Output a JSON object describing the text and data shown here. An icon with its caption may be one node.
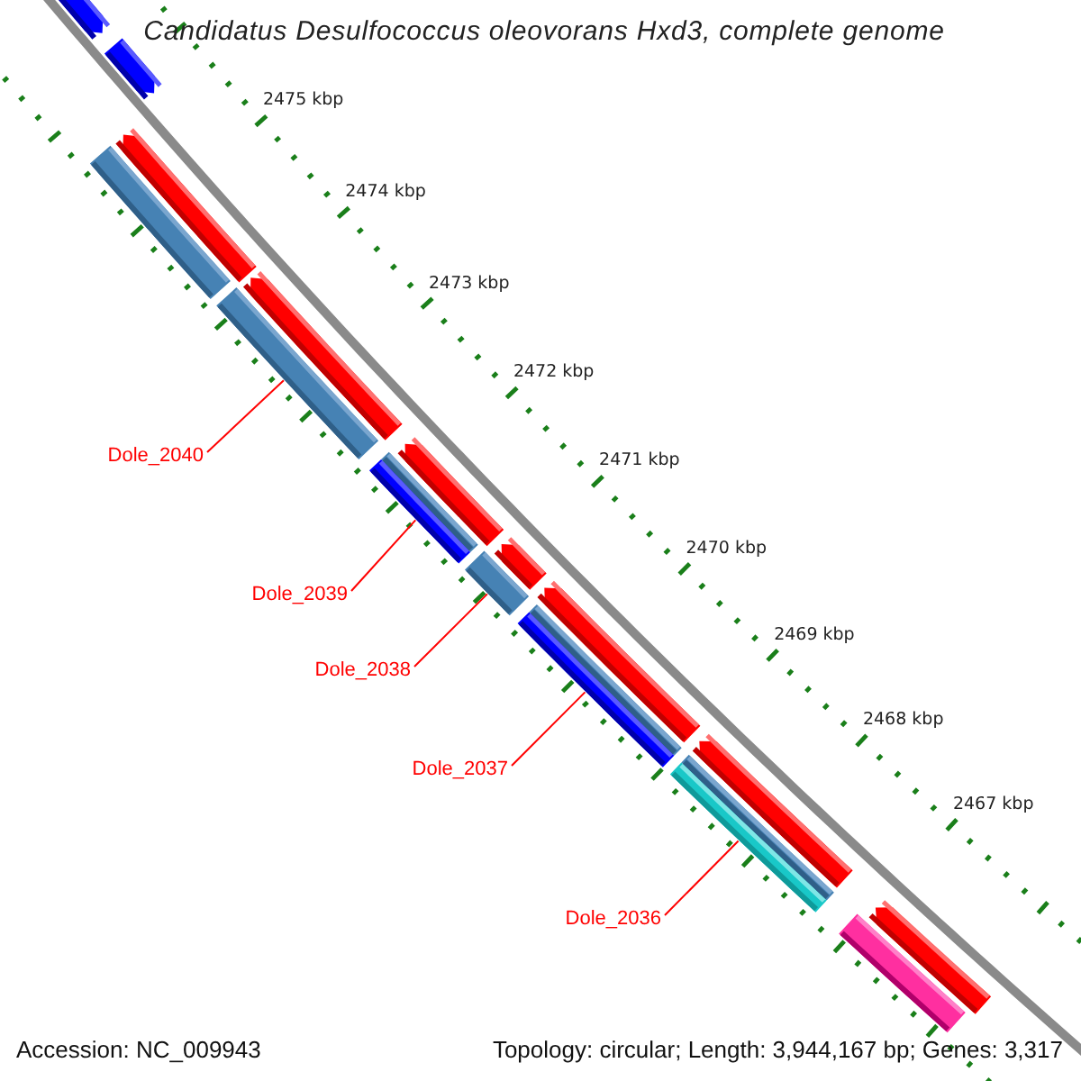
{
  "diagram": {
    "title": "Candidatus Desulfococcus oleovorans Hxd3, complete genome",
    "nodes": [
      {
        "text": [
          "Dole_2040"
        ]
      },
      {
        "text": [
          "Dole_2039"
        ]
      },
      {
        "text": [
          "Dole_2038"
        ]
      },
      {
        "text": [
          "Dole_2037"
        ]
      },
      {
        "text": [
          "Dole_2036"
        ]
      },
      {
        "text": [],
        "shape": "bar"
      },
      {
        "text": [],
        "shape": "bar"
      },
      {
        "text": [],
        "shape": "bar"
      },
      {
        "text": [],
        "shape": "bar"
      },
      {
        "text": [],
        "shape": "bar"
      }
    ],
    "edges": [
      {
        "from": 0,
        "to": 5,
        "arrow": "none"
      },
      {
        "from": 1,
        "to": 6,
        "arrow": "none"
      },
      {
        "from": 2,
        "to": 7,
        "arrow": "none"
      },
      {
        "from": 3,
        "to": 8,
        "arrow": "none"
      },
      {
        "from": 4,
        "to": 9,
        "arrow": "none"
      }
    ],
    "labels": [
      "2475 kbp",
      "2474 kbp",
      "2473 kbp",
      "2472 kbp",
      "2471 kbp",
      "2470 kbp",
      "2469 kbp",
      "2468 kbp",
      "2467 kbp",
      "Accession: NC_009943",
      "Topology: circular; Length: 3,944,167 bp; Genes: 3,317"
    ]
  }
}
